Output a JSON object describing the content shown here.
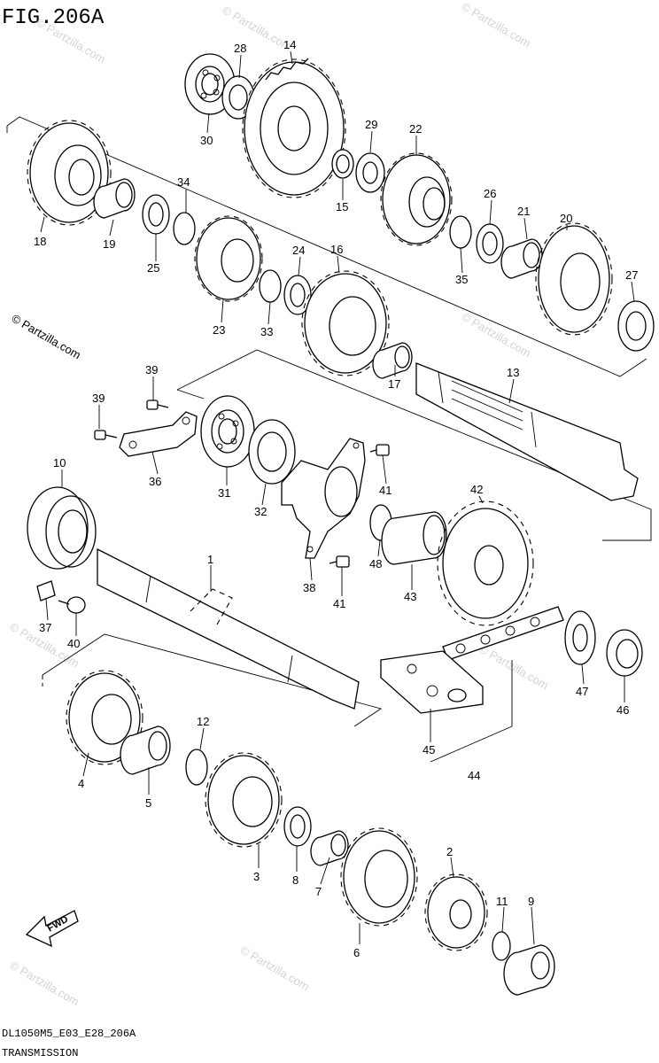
{
  "header": {
    "figure_title": "FIG.206A"
  },
  "footer": {
    "code": "DL1050M5_E03_E28_206A",
    "section": "TRANSMISSION"
  },
  "watermarks": {
    "brand": "© Partzilla.com"
  },
  "fwd_label": "FWD",
  "parts": {
    "p1": "1",
    "p2": "2",
    "p3": "3",
    "p4": "4",
    "p5": "5",
    "p6": "6",
    "p7": "7",
    "p8": "8",
    "p9": "9",
    "p10": "10",
    "p11": "11",
    "p12": "12",
    "p13": "13",
    "p14": "14",
    "p15": "15",
    "p16": "16",
    "p17": "17",
    "p18": "18",
    "p19": "19",
    "p20": "20",
    "p21": "21",
    "p22": "22",
    "p23": "23",
    "p24": "24",
    "p25": "25",
    "p26": "26",
    "p27": "27",
    "p28": "28",
    "p29": "29",
    "p30": "30",
    "p31": "31",
    "p32": "32",
    "p33": "33",
    "p34": "34",
    "p35": "35",
    "p36": "36",
    "p37": "37",
    "p38": "38",
    "p39a": "39",
    "p39b": "39",
    "p40": "40",
    "p41a": "41",
    "p41b": "41",
    "p42": "42",
    "p43": "43",
    "p44": "44",
    "p45": "45",
    "p46": "46",
    "p47": "47",
    "p48": "48"
  }
}
